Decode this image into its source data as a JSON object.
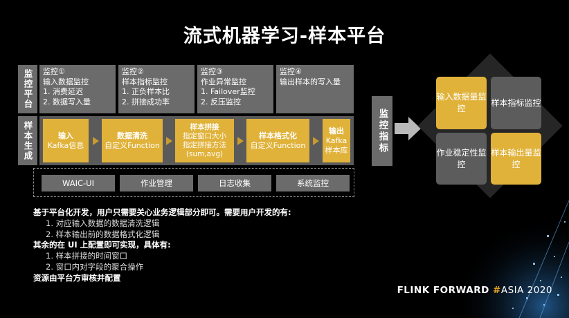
{
  "title": "流式机器学习-样本平台",
  "left_labels": {
    "monitor_platform": "监控平台",
    "sample_generation": "样本生成"
  },
  "monitors": [
    {
      "head": "监控①",
      "lines": [
        "输入数据监控",
        "1. 消费延迟",
        "2. 数据写入量"
      ]
    },
    {
      "head": "监控②",
      "lines": [
        "样本指标监控",
        "1. 正负样本比",
        "2. 拼接成功率"
      ]
    },
    {
      "head": "监控③",
      "lines": [
        "作业异常监控",
        "1. Failover监控",
        "2. 反压监控"
      ]
    },
    {
      "head": "监控④",
      "lines": [
        "输出样本的写入量"
      ]
    }
  ],
  "steps": [
    {
      "lines": [
        "输入",
        "Kafka信息"
      ]
    },
    {
      "lines": [
        "数据清洗",
        "自定义Function"
      ]
    },
    {
      "lines": [
        "样本拼接",
        "指定窗口大小",
        "指定拼接方法",
        "(sum,avg)"
      ]
    },
    {
      "lines": [
        "样本格式化",
        "自定义Function"
      ]
    },
    {
      "lines": [
        "输出",
        "Kafka",
        "样本库"
      ]
    }
  ],
  "tools": [
    "WAIC-UI",
    "作业管理",
    "日志收集",
    "系统监控"
  ],
  "indicator_label": "监控指标",
  "quadrants": {
    "top_left": "输入数据量监控",
    "top_right": "样本指标监控",
    "bottom_left": "作业稳定性监控",
    "bottom_right": "样本输出量监控"
  },
  "notes": {
    "line1": "基于平台化开发，用户只需要关心业务逻辑部分即可。需要用户开发的有:",
    "item1": "1. 对应输入数据的数据清洗逻辑",
    "item2": "2. 样本输出前的数据格式化逻辑",
    "line2": "其余的在 UI 上配置即可实现，具体有:",
    "item3": "1. 样本拼接的时间窗口",
    "item4": "2. 窗口内对字段的聚合操作",
    "line3": "资源由平台方审核并配置"
  },
  "brand": {
    "part1": "FLINK FORWARD ",
    "hash": "#",
    "part2": "ASIA 2020"
  },
  "colors": {
    "accent_gold": "#e0b23a",
    "panel_gray": "#6b6b6b",
    "brand_hash": "#e8a51d"
  }
}
